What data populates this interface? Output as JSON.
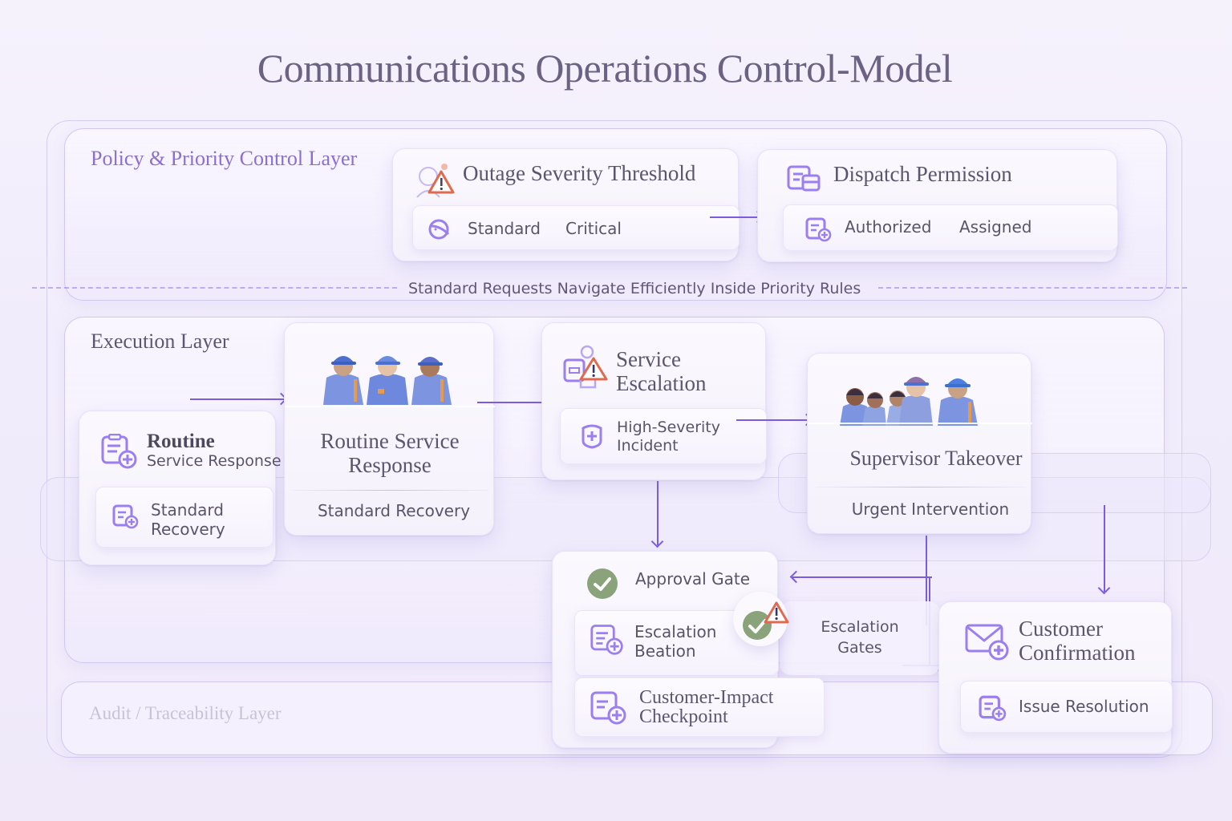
{
  "title": "Communications Operations Control-Model",
  "colors": {
    "accent": "#7b5ce0",
    "icon_purple": "#9b7ff0",
    "warning": "#e06a4f",
    "approved_green": "#8aa37a",
    "background": "#f3eefb",
    "title_text": "#6c6384",
    "layer_label": "#8a6fd0"
  },
  "layers": {
    "policy": {
      "label": "Policy & Priority Control Layer"
    },
    "execution": {
      "label": "Execution Layer"
    },
    "audit": {
      "label": "Audit / Traceability Layer"
    }
  },
  "policy_cards": {
    "outage": {
      "title": "Outage Severity Threshold",
      "icon": "warning-user-icon",
      "options_icon": "filter-icon",
      "options": [
        "Standard",
        "Critical"
      ]
    },
    "dispatch": {
      "title": "Dispatch Permission",
      "icon": "documents-icon",
      "options_icon": "clipboard-add-icon",
      "options": [
        "Authorized",
        "Assigned"
      ]
    }
  },
  "rule_banner": "Standard Requests Navigate Efficiently Inside Priority Rules",
  "execution": {
    "routine_small": {
      "title": "Routine",
      "subtitle": "Service Response",
      "icon": "clipboard-add-icon",
      "sub_item": "Standard Recovery"
    },
    "routine_main": {
      "title": "Routine Service Response",
      "footer": "Standard Recovery",
      "illustration": "field-technicians-illustration"
    },
    "escalation": {
      "title": "Service Escalation",
      "icon": "escalation-warning-icon",
      "sub_icon": "shield-plus-icon",
      "sub_item": "High-Severity Incident"
    },
    "supervisor": {
      "title": "Supervisor Takeover",
      "footer": "Urgent Intervention",
      "illustration": "supervisor-team-illustration"
    }
  },
  "gates": {
    "approval": {
      "label": "Approval Gate",
      "icon": "check-circle-icon",
      "items": [
        {
          "label": "Escalation Beation",
          "icon": "clipboard-add-icon"
        },
        {
          "label": "Customer-Impact Checkpoint",
          "icon": "clipboard-add-icon"
        }
      ],
      "badge": "check-warning-badge"
    },
    "escalation_gates": {
      "label": "Escalation Gates"
    }
  },
  "customer": {
    "title": "Customer Confirmation",
    "icon": "mail-add-icon",
    "sub_item": "Issue Resolution",
    "sub_icon": "clipboard-add-icon"
  }
}
